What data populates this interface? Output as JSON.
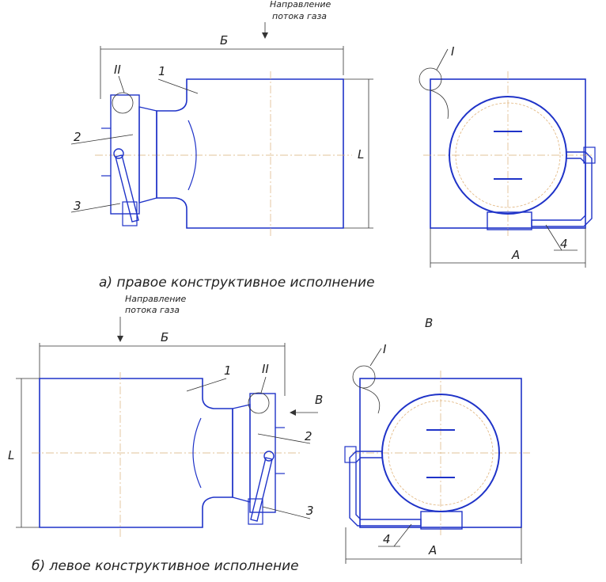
{
  "top": {
    "flow_label_1": "Направление",
    "flow_label_2": "потока газа",
    "dim_width": "Б",
    "dim_height": "L",
    "dim_front": "A",
    "callout_II": "II",
    "callout_I": "I",
    "part_1": "1",
    "part_2": "2",
    "part_3": "3",
    "part_4": "4",
    "caption": "а) правое конструктивное исполнение"
  },
  "bottom": {
    "flow_label_1": "Направление",
    "flow_label_2": "потока газа",
    "dim_width": "Б",
    "dim_height": "L",
    "dim_front": "A",
    "view_label": "В",
    "view_arrow": "В",
    "callout_II": "II",
    "callout_I": "I",
    "part_1": "1",
    "part_2": "2",
    "part_3": "3",
    "part_4": "4",
    "caption": "б) левое конструктивное исполнение"
  }
}
